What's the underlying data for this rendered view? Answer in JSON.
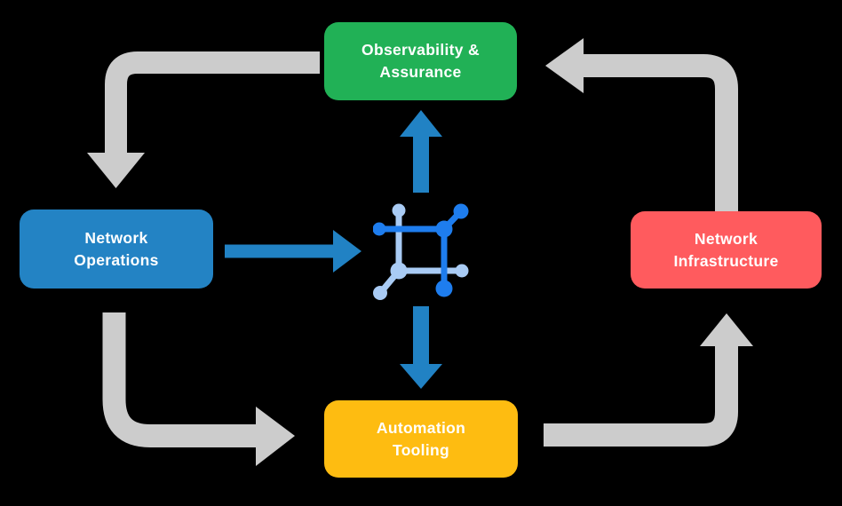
{
  "nodes": {
    "observability": {
      "label": "Observability &\nAssurance",
      "color": "#21B156"
    },
    "operations": {
      "label": "Network\nOperations",
      "color": "#2383C4"
    },
    "infrastructure": {
      "label": "Network\nInfrastructure",
      "color": "#FF5B5E"
    },
    "automation": {
      "label": "Automation\nTooling",
      "color": "#FEBC11"
    }
  },
  "center_icon": "network-mesh-icon",
  "colors": {
    "background": "#000000",
    "cycle_arrow_gray": "#CCCCCC",
    "flow_arrow_blue": "#2182C4",
    "icon_dark_blue": "#1E7DEE",
    "icon_light_blue": "#A9CBF4",
    "label_text": "#FFFFFF"
  },
  "arrows": {
    "cycle": [
      {
        "from": "observability",
        "to": "operations",
        "color": "#CCCCCC"
      },
      {
        "from": "operations",
        "to": "automation",
        "color": "#CCCCCC"
      },
      {
        "from": "automation",
        "to": "infrastructure",
        "color": "#CCCCCC"
      },
      {
        "from": "infrastructure",
        "to": "observability",
        "color": "#CCCCCC"
      }
    ],
    "flow": [
      {
        "from": "operations",
        "to": "center-icon",
        "color": "#2182C4"
      },
      {
        "from": "center-icon",
        "to": "observability",
        "color": "#2182C4"
      },
      {
        "from": "center-icon",
        "to": "automation",
        "color": "#2182C4"
      }
    ]
  }
}
